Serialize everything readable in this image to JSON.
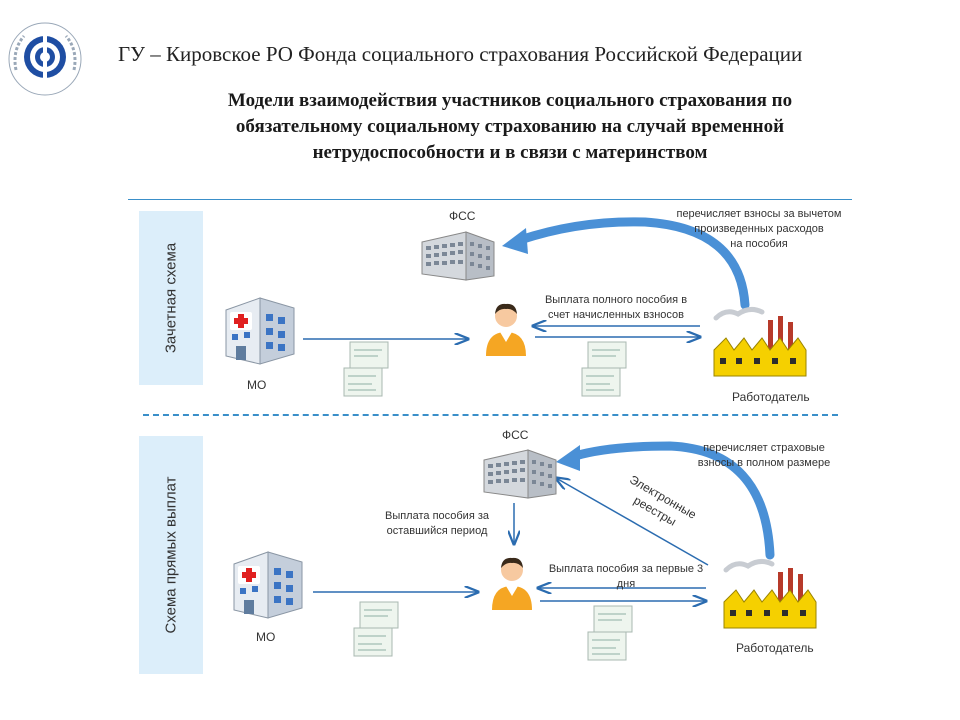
{
  "header": {
    "org_name": "ГУ – Кировское РО Фонда социального страхования Российской Федерации",
    "title_lines": [
      "Модели взаимодействия участников социального страхования по",
      "обязательному социальному страхованию на случай временной",
      "нетрудоспособности и в связи с материнством"
    ]
  },
  "scheme1": {
    "side_label": "Зачетная схема",
    "fss_label": "ФСС",
    "mo_label": "МО",
    "employer_label": "Работодатель",
    "note_top": [
      "перечисляет взносы за вычетом",
      "произведенных расходов",
      "на пособия"
    ],
    "note_payment": [
      "Выплата полного пособия в",
      "счет начисленных взносов"
    ]
  },
  "scheme2": {
    "side_label": "Схема прямых выплат",
    "fss_label": "ФСС",
    "mo_label": "МО",
    "employer_label": "Работодатель",
    "note_top": [
      "перечисляет страховые",
      "взносы в полном размере"
    ],
    "note_fss_payment": [
      "Выплата пособия за",
      "оставшийся период"
    ],
    "note_employer_payment": [
      "Выплата пособия за первые 3",
      "дня"
    ],
    "electronic_registries": [
      "Электронные",
      "реестры"
    ]
  },
  "colors": {
    "panel": "#dceefa",
    "arrow": "#2b6cb0",
    "curved_arrow": "#4a90d6",
    "divider": "#3a8fc9",
    "factory": "#f5d000"
  }
}
